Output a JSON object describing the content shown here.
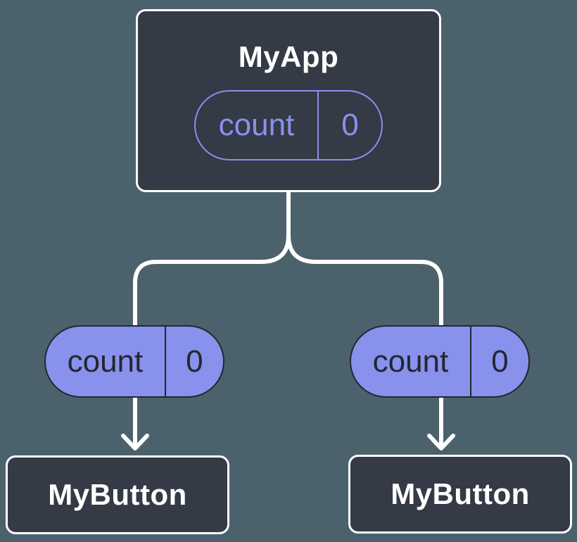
{
  "diagram": {
    "root": {
      "label": "MyApp",
      "prop": {
        "name": "count",
        "value": "0"
      }
    },
    "children": [
      {
        "label": "MyButton",
        "prop": {
          "name": "count",
          "value": "0"
        }
      },
      {
        "label": "MyButton",
        "prop": {
          "name": "count",
          "value": "0"
        }
      }
    ]
  },
  "colors": {
    "background": "#4B626D",
    "node_fill": "#343A46",
    "node_border": "#FFFFFF",
    "accent_purple": "#8891EC",
    "dark_text": "#23272F",
    "connector": "#FFFFFF"
  }
}
